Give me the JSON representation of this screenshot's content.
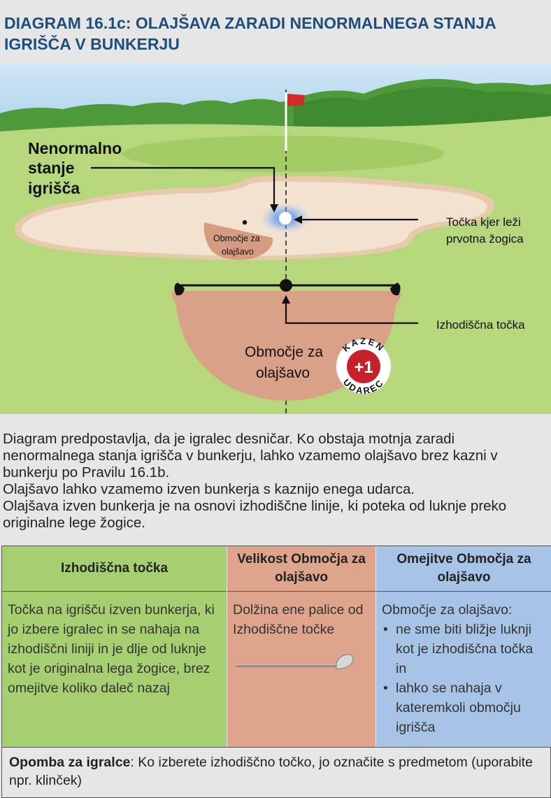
{
  "header": {
    "title_line1": "DIAGRAM 16.1c: OLAJŠAVA ZARADI NENORMALNEGA STANJA",
    "title_line2": "IGRIŠČA V BUNKERJU"
  },
  "scene": {
    "label_condition": [
      "Nenormalno",
      "stanje",
      "igrišča"
    ],
    "label_small_area": [
      "Območje za",
      "olajšavo"
    ],
    "label_ball_spot": [
      "Točka kjer leži",
      "prvotna žogica"
    ],
    "label_reference_point": "Izhodiščna točka",
    "label_relief_area": [
      "Območje za",
      "olajšavo"
    ],
    "penalty_badge": {
      "top_text": "KAZEN",
      "number": "+1",
      "bottom_text": "UDAREC"
    },
    "colors": {
      "sky": "#b9dbf0",
      "fairway": "#b5d67a",
      "bunker_sand": "#f0dcc6",
      "relief_area": "#d9a187",
      "flag": "#d42a2a",
      "badge": "#c8202a"
    }
  },
  "description": [
    "Diagram predpostavlja, da je igralec desničar. Ko obstaja motnja zaradi nenormalnega stanja igrišča v bunkerju, lahko vzamemo olajšavo brez kazni v bunkerju po Pravilu 16.1b.",
    "Olajšavo lahko vzamemo izven bunkerja s kaznijo enega udarca.",
    "Olajšava izven bunkerja je na osnovi izhodiščne linije, ki poteka od luknje preko originalne lege žogice."
  ],
  "table": {
    "col1": {
      "header": "Izhodiščna točka",
      "body": "Točka na igrišču izven bunkerja, ki jo izbere igralec in se nahaja na izhodiščni liniji in je dlje od luknje kot je originalna lega žogice, brez omejitve koliko daleč nazaj"
    },
    "col2": {
      "header": "Velikost Območja za olajšavo",
      "body": "Dolžina ene palice od Izhodiščne točke",
      "icon": "golf-club-icon"
    },
    "col3": {
      "header": "Omejitve Območja za olajšavo",
      "intro": "Območje za olajšavo:",
      "bullets": [
        "ne sme biti bližje luknji kot je izhodiščna točka in",
        "lahko se nahaja v kateremkoli območju igrišča"
      ]
    },
    "note": {
      "bold": "Opomba za igralce",
      "text": ": Ko izberete izhodiščno točko, jo označite s predmetom (uporabite npr. klinček)"
    }
  }
}
